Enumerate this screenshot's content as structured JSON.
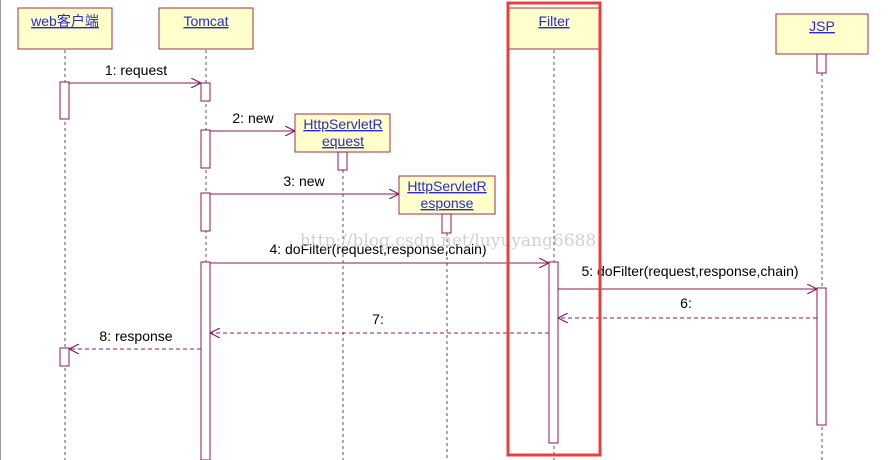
{
  "colors": {
    "box_fill": "#ffffcc",
    "box_stroke": "#a0304a",
    "lifeline": "#555555",
    "message": "#8b1a5a",
    "object_text": "#2b2bd0",
    "highlight": "#e8403c",
    "watermark": "#c9c9c9"
  },
  "objects": {
    "client": "web客户端",
    "tomcat": "Tomcat",
    "request_line1": "HttpServletR",
    "request_line2": "equest",
    "response_line1": "HttpServletR",
    "response_line2": "esponse",
    "filter": "Filter",
    "jsp": "JSP"
  },
  "messages": {
    "m1": "1: request",
    "m2": "2: new",
    "m3": "3: new",
    "m4": "4: doFilter(request,response,chain)",
    "m5": "5: doFilter(request,response,chain)",
    "m6": "6:",
    "m7": "7:",
    "m8": "8: response"
  },
  "watermark": "http://blog.csdn.net/luyuyang6688"
}
